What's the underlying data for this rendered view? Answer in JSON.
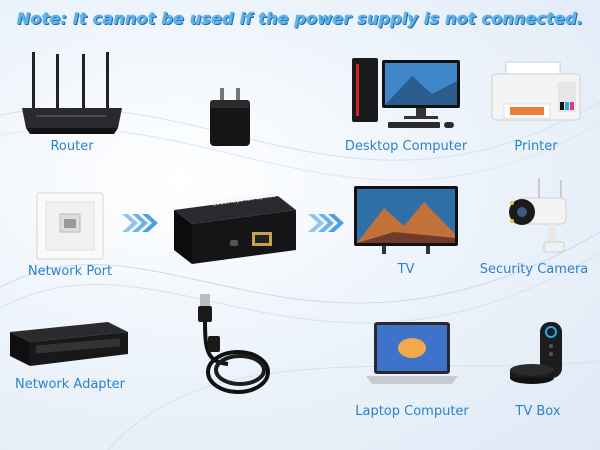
{
  "banner": {
    "note": "Note: It cannot be used if the power supply is not connected."
  },
  "devices": {
    "router": "Router",
    "desktop": "Desktop Computer",
    "printer": "Printer",
    "network_port": "Network Port",
    "tv": "TV",
    "security_camera": "Security Camera",
    "network_adapter": "Network Adapter",
    "laptop": "Laptop Computer",
    "tv_box": "TV Box"
  },
  "splitter": {
    "label": "1000Mbps lan Splitter"
  },
  "colors": {
    "label": "#2b83c9",
    "banner": "#5fb3ea",
    "arrow": "#5aaee8"
  },
  "icons": [
    "router-icon",
    "power-adapter-icon",
    "desktop-computer-icon",
    "printer-icon",
    "network-port-icon",
    "splitter-icon",
    "tv-icon",
    "security-camera-icon",
    "network-adapter-icon",
    "usb-cable-icon",
    "laptop-icon",
    "tv-box-icon",
    "arrow-icon"
  ]
}
